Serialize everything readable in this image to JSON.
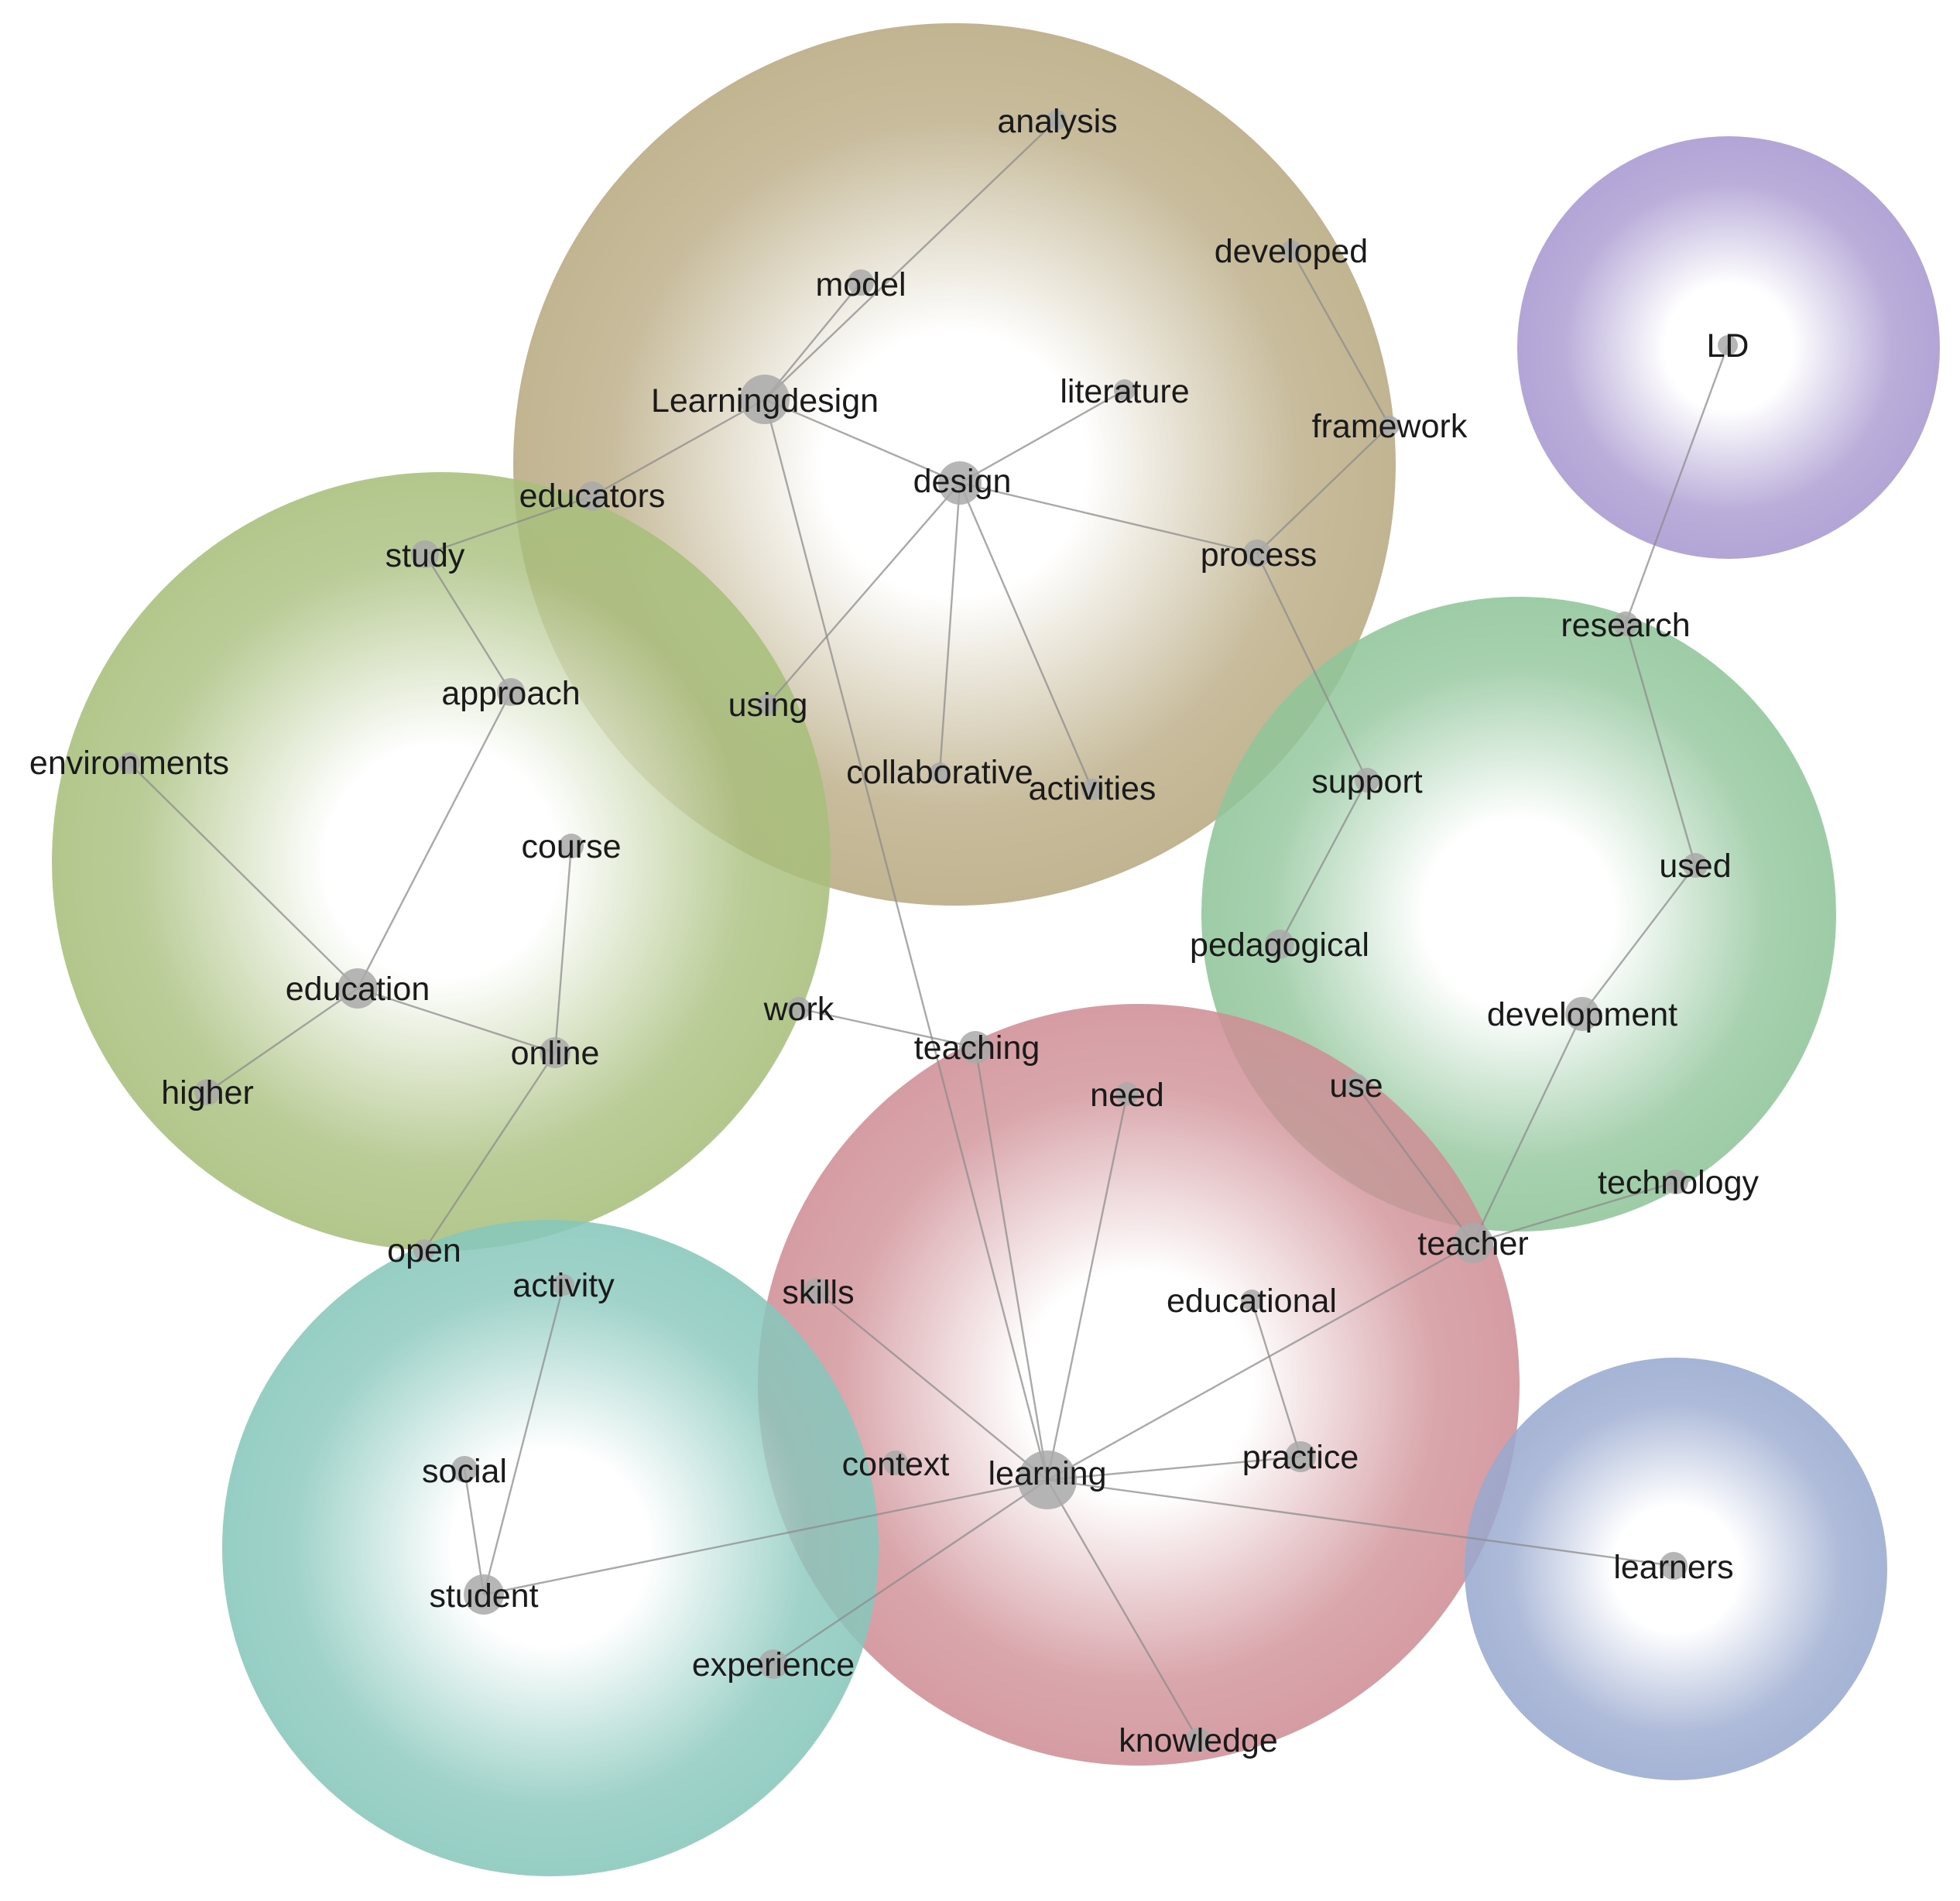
{
  "diagram": {
    "clusters": [
      {
        "id": "tan",
        "color": "#b9aa82"
      },
      {
        "id": "olive",
        "color": "#a8bf7c"
      },
      {
        "id": "purple",
        "color": "#a898d0"
      },
      {
        "id": "green",
        "color": "#90c59a"
      },
      {
        "id": "red",
        "color": "#cf8f96"
      },
      {
        "id": "teal",
        "color": "#87c7bc"
      },
      {
        "id": "blue",
        "color": "#99a9cf"
      }
    ],
    "nodes": [
      {
        "id": "analysis",
        "label": "analysis"
      },
      {
        "id": "developed",
        "label": "developed"
      },
      {
        "id": "model",
        "label": "model"
      },
      {
        "id": "learningdesign",
        "label": "Learningdesign"
      },
      {
        "id": "literature",
        "label": "literature"
      },
      {
        "id": "framework",
        "label": "framework"
      },
      {
        "id": "design",
        "label": "design"
      },
      {
        "id": "educators",
        "label": "educators"
      },
      {
        "id": "process",
        "label": "process"
      },
      {
        "id": "using",
        "label": "using"
      },
      {
        "id": "collaborative",
        "label": "collaborative"
      },
      {
        "id": "activities",
        "label": "activities"
      },
      {
        "id": "study",
        "label": "study"
      },
      {
        "id": "approach",
        "label": "approach"
      },
      {
        "id": "environments",
        "label": "environments"
      },
      {
        "id": "course",
        "label": "course"
      },
      {
        "id": "education",
        "label": "education"
      },
      {
        "id": "online",
        "label": "online"
      },
      {
        "id": "higher",
        "label": "higher"
      },
      {
        "id": "open",
        "label": "open"
      },
      {
        "id": "work",
        "label": "work"
      },
      {
        "id": "ld",
        "label": "LD"
      },
      {
        "id": "research",
        "label": "research"
      },
      {
        "id": "support",
        "label": "support"
      },
      {
        "id": "used",
        "label": "used"
      },
      {
        "id": "pedagogical",
        "label": "pedagogical"
      },
      {
        "id": "development",
        "label": "development"
      },
      {
        "id": "use",
        "label": "use"
      },
      {
        "id": "technology",
        "label": "technology"
      },
      {
        "id": "teaching",
        "label": "teaching"
      },
      {
        "id": "need",
        "label": "need"
      },
      {
        "id": "teacher",
        "label": "teacher"
      },
      {
        "id": "skills",
        "label": "skills"
      },
      {
        "id": "educational",
        "label": "educational"
      },
      {
        "id": "context",
        "label": "context"
      },
      {
        "id": "learning",
        "label": "learning"
      },
      {
        "id": "practice",
        "label": "practice"
      },
      {
        "id": "knowledge",
        "label": "knowledge"
      },
      {
        "id": "experience",
        "label": "experience"
      },
      {
        "id": "activity",
        "label": "activity"
      },
      {
        "id": "social",
        "label": "social"
      },
      {
        "id": "student",
        "label": "student"
      },
      {
        "id": "learners",
        "label": "learners"
      }
    ],
    "edges": [
      [
        "analysis",
        "learningdesign"
      ],
      [
        "model",
        "learningdesign"
      ],
      [
        "learningdesign",
        "design"
      ],
      [
        "learningdesign",
        "educators"
      ],
      [
        "learningdesign",
        "learning"
      ],
      [
        "educators",
        "study"
      ],
      [
        "design",
        "literature"
      ],
      [
        "design",
        "process"
      ],
      [
        "design",
        "using"
      ],
      [
        "design",
        "collaborative"
      ],
      [
        "design",
        "activities"
      ],
      [
        "developed",
        "framework"
      ],
      [
        "framework",
        "process"
      ],
      [
        "process",
        "support"
      ],
      [
        "support",
        "pedagogical"
      ],
      [
        "study",
        "approach"
      ],
      [
        "approach",
        "education"
      ],
      [
        "environments",
        "education"
      ],
      [
        "education",
        "higher"
      ],
      [
        "education",
        "online"
      ],
      [
        "course",
        "online"
      ],
      [
        "online",
        "open"
      ],
      [
        "work",
        "teaching"
      ],
      [
        "teaching",
        "learning"
      ],
      [
        "ld",
        "research"
      ],
      [
        "research",
        "used"
      ],
      [
        "used",
        "development"
      ],
      [
        "development",
        "teacher"
      ],
      [
        "use",
        "teacher"
      ],
      [
        "technology",
        "teacher"
      ],
      [
        "teacher",
        "learning"
      ],
      [
        "need",
        "learning"
      ],
      [
        "skills",
        "learning"
      ],
      [
        "educational",
        "practice"
      ],
      [
        "learning",
        "practice"
      ],
      [
        "learning",
        "knowledge"
      ],
      [
        "learning",
        "experience"
      ],
      [
        "learning",
        "student"
      ],
      [
        "learning",
        "learners"
      ],
      [
        "activity",
        "student"
      ],
      [
        "social",
        "student"
      ]
    ]
  }
}
